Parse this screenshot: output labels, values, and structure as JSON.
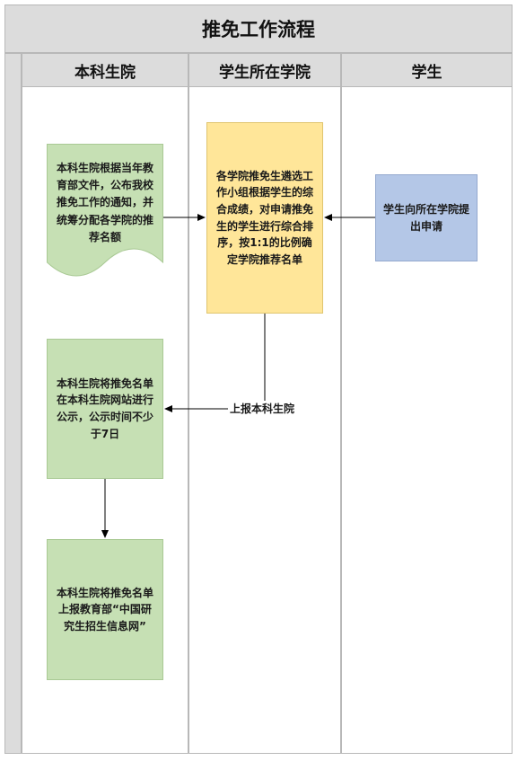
{
  "title": "推免工作流程",
  "lanes": [
    "本科生院",
    "学生所在学院",
    "学生"
  ],
  "nodes": {
    "notice": "本科生院根据当年教育部文件，公布我校推免工作的通知，并统筹分配各学院的推荐名额",
    "select": "各学院推免生遴选工作小组根据学生的综合成绩，对申请推免生的学生进行综合排序，按1:1的比例确定学院推荐名单",
    "apply": "学生向所在学院提出申请",
    "publicity": "本科生院将推免名单在本科生院网站进行公示，公示时间不少于7日",
    "report": "本科生院将推免名单上报教育部“中国研究生招生信息网”"
  },
  "edges": {
    "report_label": "上报本科生院"
  },
  "colors": {
    "green": "#c6e0b4",
    "yellow": "#ffe699",
    "blue": "#b4c7e7",
    "header_gray": "#dcdcdc"
  }
}
